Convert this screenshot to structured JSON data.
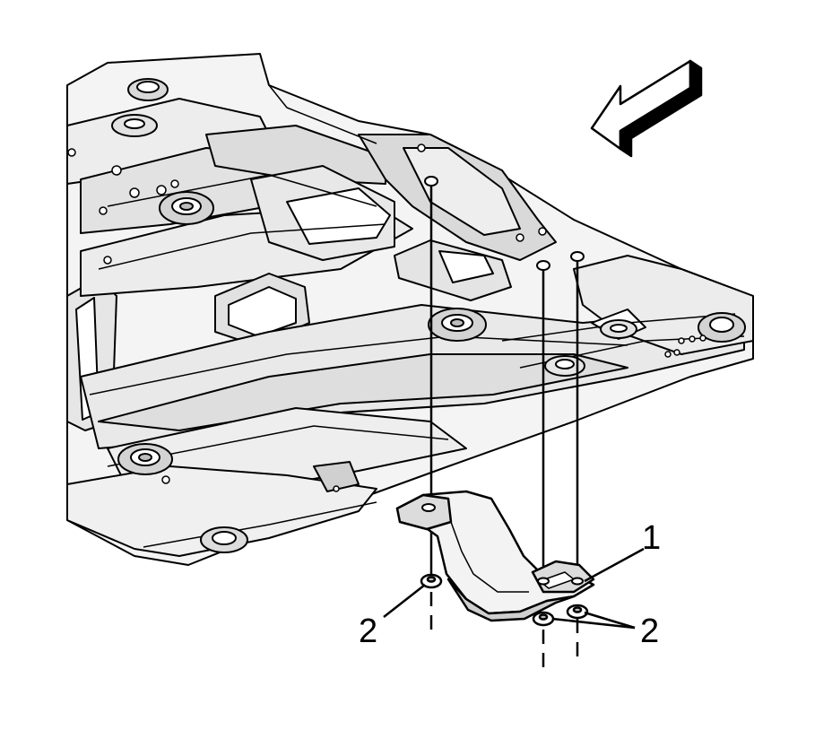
{
  "diagram": {
    "callouts": [
      {
        "id": "callout-1",
        "label": "1"
      },
      {
        "id": "callout-2-left",
        "label": "2"
      },
      {
        "id": "callout-2-right",
        "label": "2"
      }
    ],
    "parts": [
      {
        "number": "1",
        "depicts": "heat-shield"
      },
      {
        "number": "2",
        "depicts": "fastener-nut"
      }
    ],
    "direction_indicator": "front-arrow-icon",
    "colors": {
      "line": "#000000",
      "paper": "#ffffff",
      "fill_light": "#f2f2f2",
      "fill_mid": "#d9d9d9",
      "fill_dark": "#bdbdbd"
    }
  }
}
